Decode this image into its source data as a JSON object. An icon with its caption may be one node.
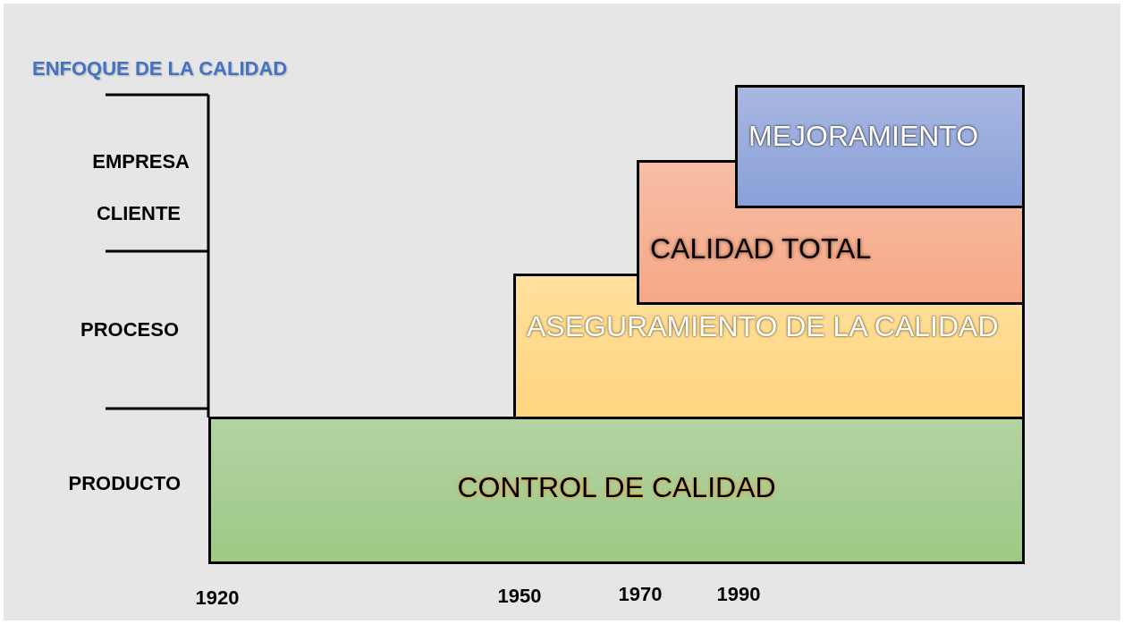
{
  "diagram": {
    "title": "ENFOQUE DE LA CALIDAD",
    "nodes": [
      {
        "text": [
          "CONTROL DE CALIDAD"
        ]
      },
      {
        "text": [
          "ASEGURAMIENTO DE LA CALIDAD"
        ]
      },
      {
        "text": [
          "CALIDAD TOTAL"
        ]
      },
      {
        "text": [
          "MEJORAMIENTO"
        ]
      }
    ],
    "labels": [
      "EMPRESA",
      "CLIENTE",
      "PROCESO",
      "PRODUCTO",
      "1920",
      "1950",
      "1970",
      "1990"
    ]
  }
}
